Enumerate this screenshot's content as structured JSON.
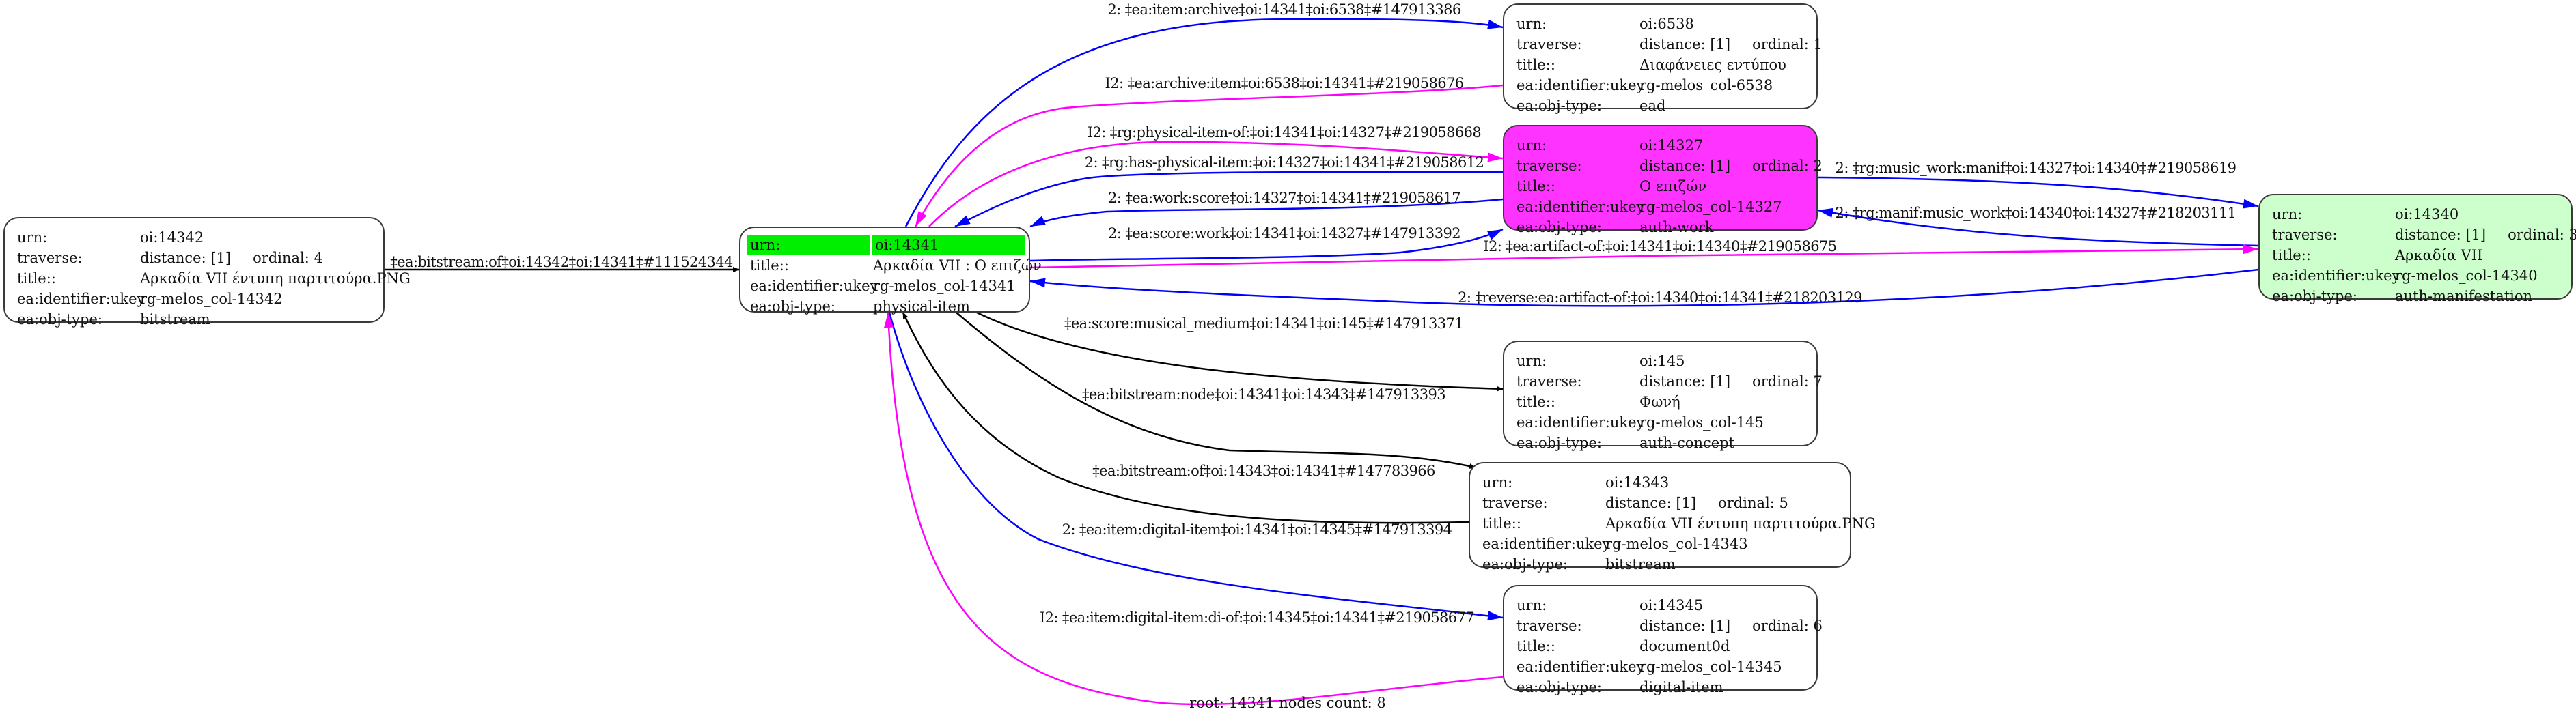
{
  "colors": {
    "blue": "#0000ff",
    "magenta": "#ff00ff",
    "black": "#000000",
    "root_highlight": "#00ee00",
    "work_node_fill": "#ff33ff",
    "manifestation_node_fill": "#ccffcc"
  },
  "labels": {
    "urn": "urn:",
    "traverse": "traverse:",
    "title": "title::",
    "ukey": "ea:identifier:ukey",
    "objtype": "ea:obj-type:"
  },
  "nodes": {
    "n14342": {
      "urn": "oi:14342",
      "distance": "distance: [1]",
      "ordinal": "ordinal: 4",
      "title": "Αρκαδία VII έντυπη παρτιτούρα.PNG",
      "ukey": "rg-melos_col-14342",
      "objtype": "bitstream"
    },
    "n14341": {
      "urn": "oi:14341",
      "title": "Αρκαδία VII : Ο επιζών",
      "ukey": "rg-melos_col-14341",
      "objtype": "physical-item"
    },
    "n6538": {
      "urn": "oi:6538",
      "distance": "distance: [1]",
      "ordinal": "ordinal: 1",
      "title": "Διαφάνειες εντύπου",
      "ukey": "rg-melos_col-6538",
      "objtype": "ead"
    },
    "n14327": {
      "urn": "oi:14327",
      "distance": "distance: [1]",
      "ordinal": "ordinal: 2",
      "title": "Ο επιζών",
      "ukey": "rg-melos_col-14327",
      "objtype": "auth-work"
    },
    "n14340": {
      "urn": "oi:14340",
      "distance": "distance: [1]",
      "ordinal": "ordinal: 3",
      "title": "Αρκαδία VII",
      "ukey": "rg-melos_col-14340",
      "objtype": "auth-manifestation"
    },
    "n145": {
      "urn": "oi:145",
      "distance": "distance: [1]",
      "ordinal": "ordinal: 7",
      "title": "Φωνή",
      "ukey": "rg-melos_col-145",
      "objtype": "auth-concept"
    },
    "n14343": {
      "urn": "oi:14343",
      "distance": "distance: [1]",
      "ordinal": "ordinal: 5",
      "title": "Αρκαδία VII έντυπη παρτιτούρα.PNG",
      "ukey": "rg-melos_col-14343",
      "objtype": "bitstream"
    },
    "n14345": {
      "urn": "oi:14345",
      "distance": "distance: [1]",
      "ordinal": "ordinal: 6",
      "title": "document0d",
      "ukey": "rg-melos_col-14345",
      "objtype": "digital-item"
    }
  },
  "edges": [
    {
      "id": "e0",
      "label": "‡ea:bitstream:of‡oi:14342‡oi:14341‡#111524344",
      "color": "black",
      "from": "oi:14342",
      "to": "oi:14341"
    },
    {
      "id": "e1",
      "label": "2: ‡ea:item:archive‡oi:14341‡oi:6538‡#147913386",
      "color": "blue",
      "from": "oi:14341",
      "to": "oi:6538"
    },
    {
      "id": "e2",
      "label": "I2: ‡ea:archive:item‡oi:6538‡oi:14341‡#219058676",
      "color": "magenta",
      "from": "oi:6538",
      "to": "oi:14341"
    },
    {
      "id": "e3",
      "label": "I2: ‡rg:physical-item-of:‡oi:14341‡oi:14327‡#219058668",
      "color": "magenta",
      "from": "oi:14341",
      "to": "oi:14327"
    },
    {
      "id": "e4",
      "label": "2: ‡rg:has-physical-item:‡oi:14327‡oi:14341‡#219058612",
      "color": "blue",
      "from": "oi:14327",
      "to": "oi:14341"
    },
    {
      "id": "e5",
      "label": "2: ‡ea:work:score‡oi:14327‡oi:14341‡#219058617",
      "color": "blue",
      "from": "oi:14327",
      "to": "oi:14341"
    },
    {
      "id": "e6",
      "label": "2: ‡ea:score:work‡oi:14341‡oi:14327‡#147913392",
      "color": "blue",
      "from": "oi:14341",
      "to": "oi:14327"
    },
    {
      "id": "e7",
      "label": "2: ‡rg:music_work:manif‡oi:14327‡oi:14340‡#219058619",
      "color": "blue",
      "from": "oi:14327",
      "to": "oi:14340"
    },
    {
      "id": "e8",
      "label": "2: ‡rg:manif:music_work‡oi:14340‡oi:14327‡#218203111",
      "color": "blue",
      "from": "oi:14340",
      "to": "oi:14327"
    },
    {
      "id": "e9",
      "label": "I2: ‡ea:artifact-of:‡oi:14341‡oi:14340‡#219058675",
      "color": "magenta",
      "from": "oi:14341",
      "to": "oi:14340"
    },
    {
      "id": "e10",
      "label": "2: ‡reverse:ea:artifact-of:‡oi:14340‡oi:14341‡#218203129",
      "color": "blue",
      "from": "oi:14340",
      "to": "oi:14341"
    },
    {
      "id": "e11",
      "label": "‡ea:score:musical_medium‡oi:14341‡oi:145‡#147913371",
      "color": "black",
      "from": "oi:14341",
      "to": "oi:145"
    },
    {
      "id": "e12",
      "label": "‡ea:bitstream:node‡oi:14341‡oi:14343‡#147913393",
      "color": "black",
      "from": "oi:14341",
      "to": "oi:14343"
    },
    {
      "id": "e13",
      "label": "‡ea:bitstream:of‡oi:14343‡oi:14341‡#147783966",
      "color": "black",
      "from": "oi:14343",
      "to": "oi:14341"
    },
    {
      "id": "e14",
      "label": "2: ‡ea:item:digital-item‡oi:14341‡oi:14345‡#147913394",
      "color": "blue",
      "from": "oi:14341",
      "to": "oi:14345"
    },
    {
      "id": "e15",
      "label": "I2: ‡ea:item:digital-item:di-of:‡oi:14345‡oi:14341‡#219058677",
      "color": "magenta",
      "from": "oi:14345",
      "to": "oi:14341"
    }
  ],
  "footer": "root: 14341 nodes count: 8"
}
